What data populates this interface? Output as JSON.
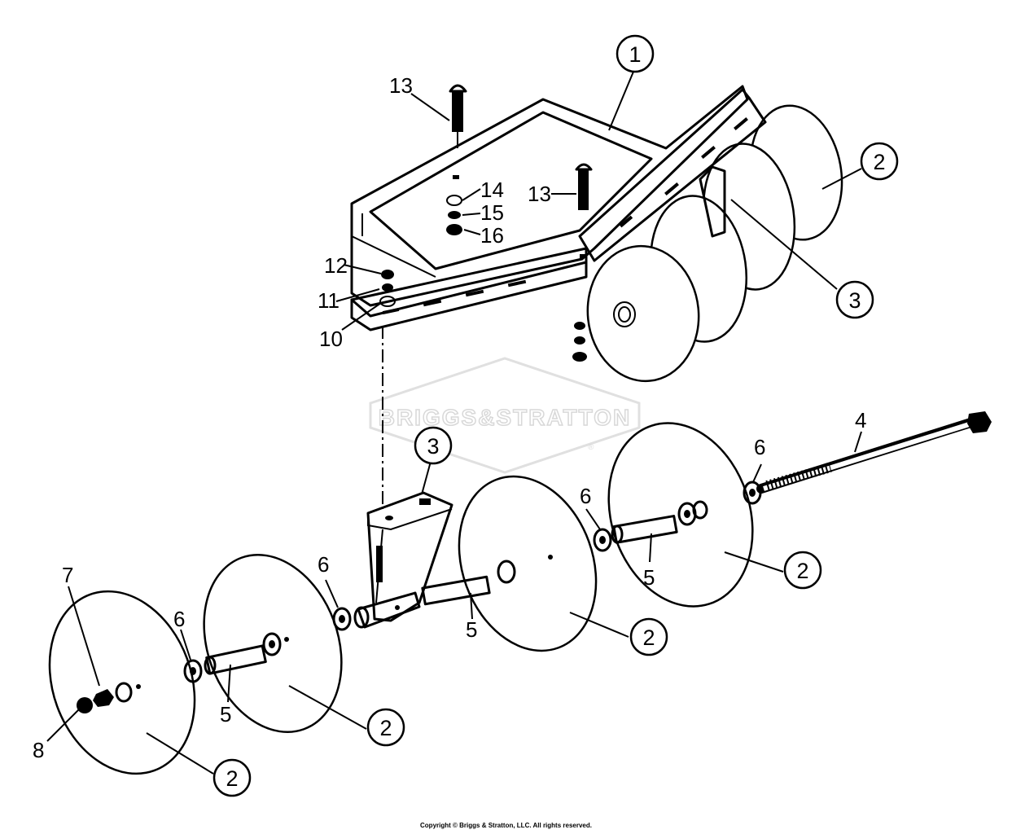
{
  "watermark": {
    "text": "BRIGGS&STRATTON",
    "mark": "®"
  },
  "labels": {
    "c1": "1",
    "c2a": "2",
    "c2b": "2",
    "c2c": "2",
    "c2d": "2",
    "c2e": "2",
    "c3a": "3",
    "c3b": "3",
    "n4": "4",
    "n5a": "5",
    "n5b": "5",
    "n5c": "5",
    "n6a": "6",
    "n6b": "6",
    "n6c": "6",
    "n6d": "6",
    "n7": "7",
    "n8": "8",
    "n10": "10",
    "n11": "11",
    "n12": "12",
    "n13a": "13",
    "n13b": "13",
    "n14": "14",
    "n15": "15",
    "n16": "16"
  },
  "copyright": "Copyright © Briggs & Stratton, LLC. All rights reserved."
}
